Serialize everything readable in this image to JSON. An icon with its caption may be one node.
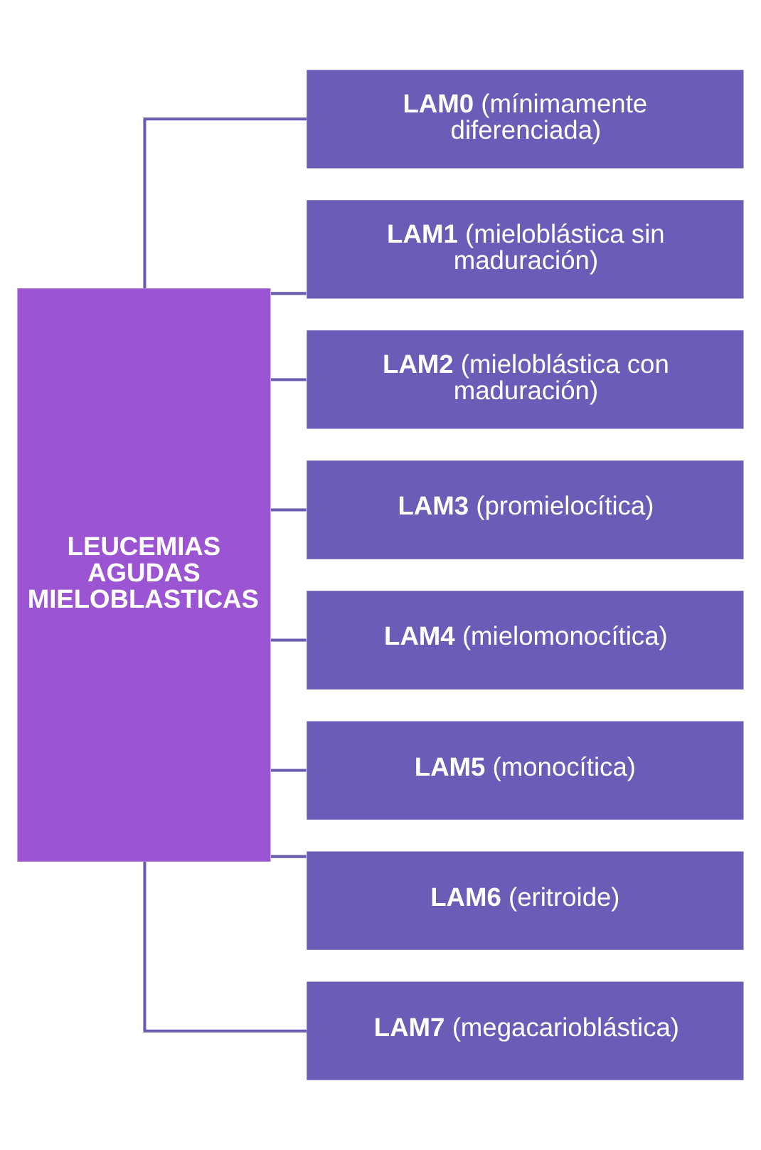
{
  "diagram": {
    "nodes": [
      {
        "text": [
          "LEUCEMIAS AGUDAS MIELOBLASTICAS"
        ]
      },
      {
        "text": [
          "**LAM0** (mínimamente diferenciada)"
        ]
      },
      {
        "text": [
          "**LAM1** (mieloblástica sin maduración)"
        ]
      },
      {
        "text": [
          "**LAM2** (mieloblástica con maduración)"
        ]
      },
      {
        "text": [
          "**LAM3** (promielocítica)"
        ]
      },
      {
        "text": [
          "**LAM4** (mielomonocítica)"
        ]
      },
      {
        "text": [
          "**LAM5** (monocítica)"
        ]
      },
      {
        "text": [
          "**LAM6** (eritroide)"
        ]
      },
      {
        "text": [
          "**LAM7** (megacarioblástica)"
        ]
      }
    ],
    "edges": [
      {
        "from": 0,
        "to": 1,
        "arrow": "none"
      },
      {
        "from": 0,
        "to": 2,
        "arrow": "none"
      },
      {
        "from": 0,
        "to": 3,
        "arrow": "none"
      },
      {
        "from": 0,
        "to": 4,
        "arrow": "none"
      },
      {
        "from": 0,
        "to": 5,
        "arrow": "none"
      },
      {
        "from": 0,
        "to": 6,
        "arrow": "none"
      },
      {
        "from": 0,
        "to": 7,
        "arrow": "none"
      },
      {
        "from": 0,
        "to": 8,
        "arrow": "none"
      }
    ]
  }
}
